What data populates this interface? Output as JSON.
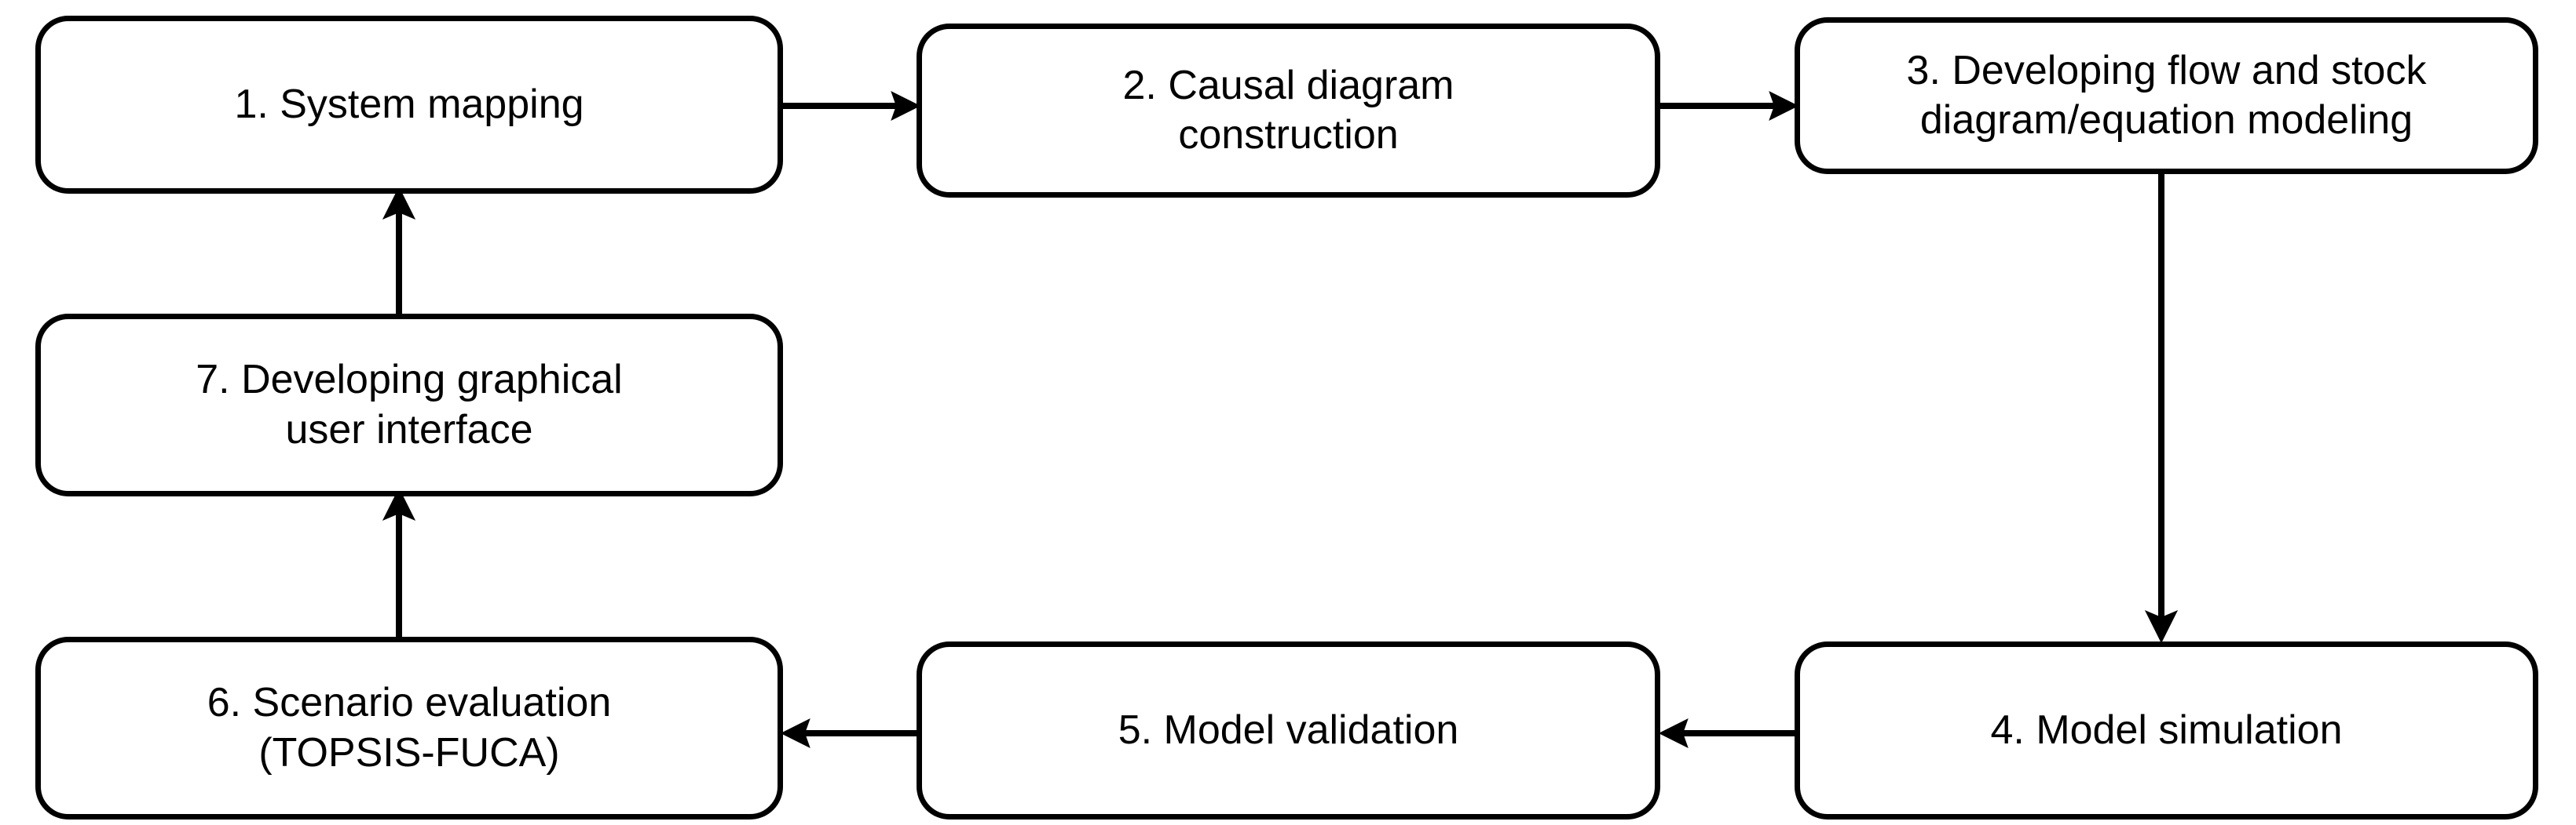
{
  "diagram": {
    "title": "System dynamics modelling methodology flowchart",
    "background_color": "#ffffff",
    "stroke_color": "#000000",
    "node_shape": "rounded-rectangle",
    "nodes": [
      {
        "id": "1",
        "label": "1. System mapping",
        "lines": [
          "1. System mapping"
        ]
      },
      {
        "id": "2",
        "label": "2. Causal diagram\nconstruction",
        "lines": [
          "2. Causal diagram",
          "construction"
        ]
      },
      {
        "id": "3",
        "label": "3. Developing flow and stock\ndiagram/equation modeling",
        "lines": [
          "3. Developing flow and stock",
          "diagram/equation modeling"
        ]
      },
      {
        "id": "4",
        "label": "4. Model simulation",
        "lines": [
          "4. Model simulation"
        ]
      },
      {
        "id": "5",
        "label": "5. Model validation",
        "lines": [
          "5. Model validation"
        ]
      },
      {
        "id": "6",
        "label": "6. Scenario evaluation\n(TOPSIS-FUCA)",
        "lines": [
          "6. Scenario evaluation",
          "(TOPSIS-FUCA)"
        ]
      },
      {
        "id": "7",
        "label": "7. Developing graphical\nuser interface",
        "lines": [
          "7. Developing graphical",
          "user interface"
        ]
      }
    ],
    "edges": [
      {
        "id": "e1",
        "from": "1",
        "to": "2",
        "direction": "right"
      },
      {
        "id": "e2",
        "from": "2",
        "to": "3",
        "direction": "right"
      },
      {
        "id": "e3",
        "from": "3",
        "to": "4",
        "direction": "down"
      },
      {
        "id": "e4",
        "from": "4",
        "to": "5",
        "direction": "left"
      },
      {
        "id": "e5",
        "from": "5",
        "to": "6",
        "direction": "left"
      },
      {
        "id": "e6",
        "from": "6",
        "to": "7",
        "direction": "up"
      },
      {
        "id": "e7",
        "from": "7",
        "to": "1",
        "direction": "up"
      }
    ]
  }
}
